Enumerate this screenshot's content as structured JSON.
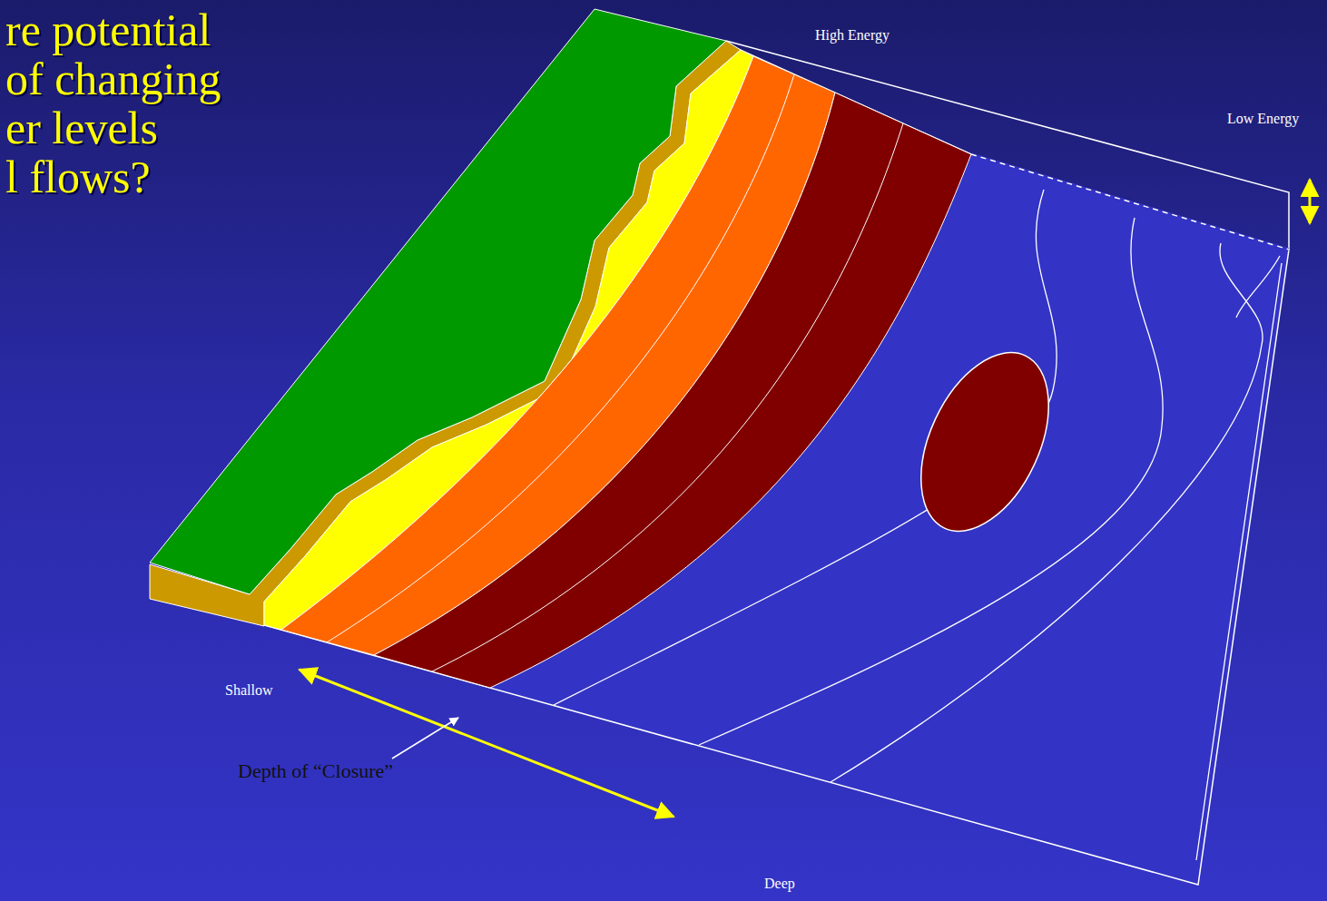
{
  "diagram": {
    "labels": [
      "re potential",
      "of changing",
      "er levels",
      "l flows?",
      "High Energy",
      "Low Energy",
      "Shallow",
      "Deep",
      "Depth of “Closure”"
    ]
  }
}
